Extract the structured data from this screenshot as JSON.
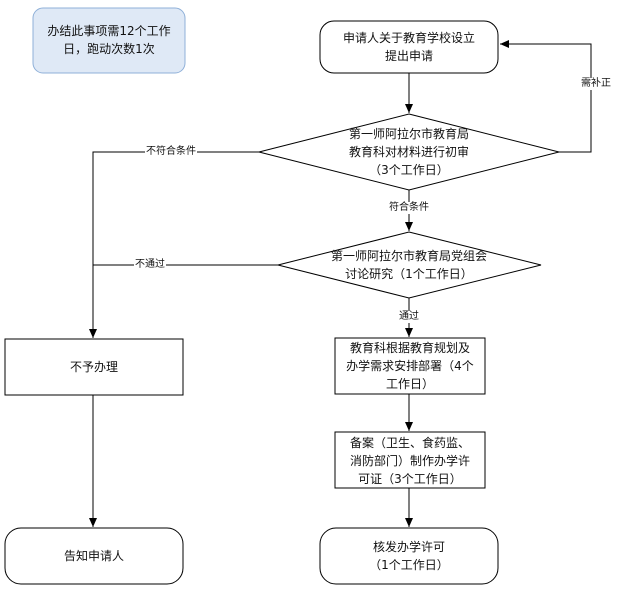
{
  "note": "办结此事项需12个工作\n日，跑动次数1次",
  "nodes": {
    "apply": "申请人关于教育学校设立\n提出申请",
    "review": "第一师阿拉尔市教育局\n教育科对材料进行初审\n（3个工作日）",
    "discuss": "第一师阿拉尔市教育局党组会\n讨论研究（1个工作日）",
    "plan": "教育科根据教育规划及\n办学需求安排部署（4个\n工作日）",
    "filing": "备案（卫生、食药监、\n消防部门）制作办学许\n可证（3个工作日）",
    "issue": "核发办学许可\n（1个工作日）",
    "reject": "不予办理",
    "notify": "告知申请人"
  },
  "edges": {
    "supplement": "需补正",
    "not_meet": "不符合条件",
    "meet": "符合条件",
    "not_pass": "不通过",
    "pass": "通过"
  }
}
